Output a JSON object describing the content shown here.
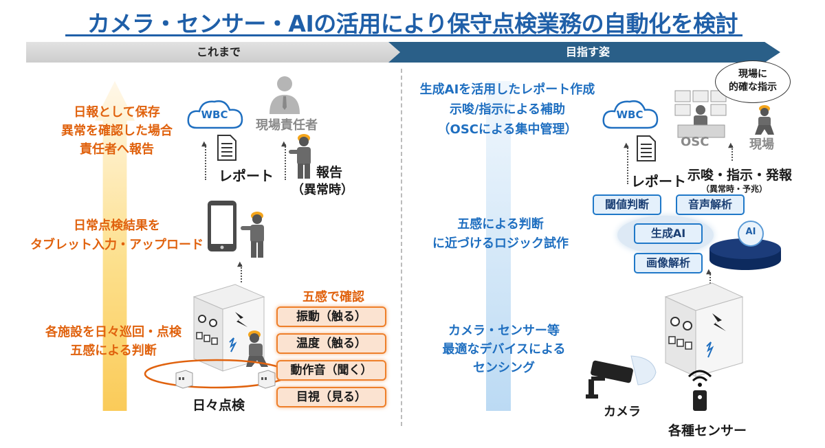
{
  "title": "カメラ・センサー・AIの活用により保守点検業務の自動化を検討",
  "bands": {
    "left": "これまで",
    "right": "目指す姿"
  },
  "left": {
    "step_top": [
      "日報として保存",
      "異常を確認した場合",
      "責任者へ報告"
    ],
    "step_mid": [
      "日常点検結果を",
      "タブレット入力・アップロード"
    ],
    "step_bottom": [
      "各施設を日々巡回・点検",
      "五感による判断"
    ],
    "wbc": "WBC",
    "manager": "現場責任者",
    "report": "レポート",
    "notify": "報告",
    "notify_sub": "（異常時）",
    "daily": "日々点検",
    "senses_title": "五感で確認",
    "senses": [
      "振動（触る）",
      "温度（触る）",
      "動作音（聞く）",
      "目視（見る）"
    ]
  },
  "right": {
    "step_top": [
      "生成AIを活用したレポート作成",
      "示唆/指示による補助",
      "（OSCによる集中管理）"
    ],
    "step_mid": [
      "五感による判断",
      "に近づけるロジック試作"
    ],
    "step_bottom": [
      "カメラ・センサー等",
      "最適なデバイスによる",
      "センシング"
    ],
    "wbc": "WBC",
    "osc": "OSC",
    "site": "現場",
    "bubble": [
      "現場に",
      "的確な指示"
    ],
    "report": "レポート",
    "instruct": "示唆・指示・発報",
    "instruct_sub": "（異常時・予兆）",
    "ai_boxes": {
      "threshold": "閾値判断",
      "voice": "音声解析",
      "genai": "生成AI",
      "image": "画像解析"
    },
    "ai_badge": "AI",
    "camera": "カメラ",
    "sensors": "各種センサー"
  },
  "colors": {
    "title": "#1f5fa8",
    "band_right": "#2a5f88",
    "orange": "#e0620e",
    "blue": "#1f6fc0"
  }
}
